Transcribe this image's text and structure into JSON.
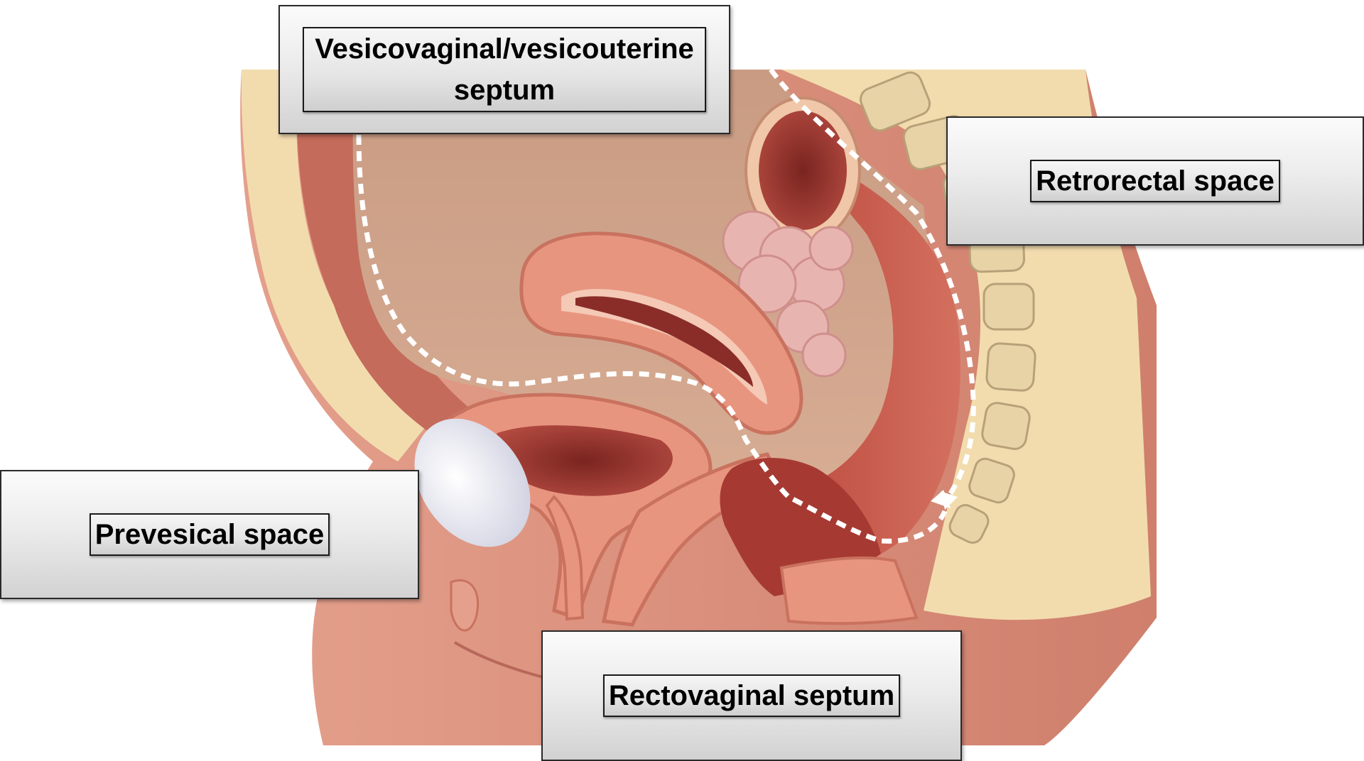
{
  "labels": {
    "vesicovaginal": "Vesicovaginal/vesicouterine septum",
    "retrorectal": "Retrorectal space",
    "prevesical": "Prevesical space",
    "rectovaginal": "Rectovaginal septum"
  },
  "icons": [
    "pelvis-anatomy-illustration",
    "dashed-pathway-arrow"
  ],
  "colors": {
    "skin": "#d98e7a",
    "fat": "#f2dcae",
    "muscle": "#e8957f",
    "dark_lumen": "#9a3530",
    "peritoneal_line": "#ffffff",
    "callout_border": "#1a1a1a"
  }
}
